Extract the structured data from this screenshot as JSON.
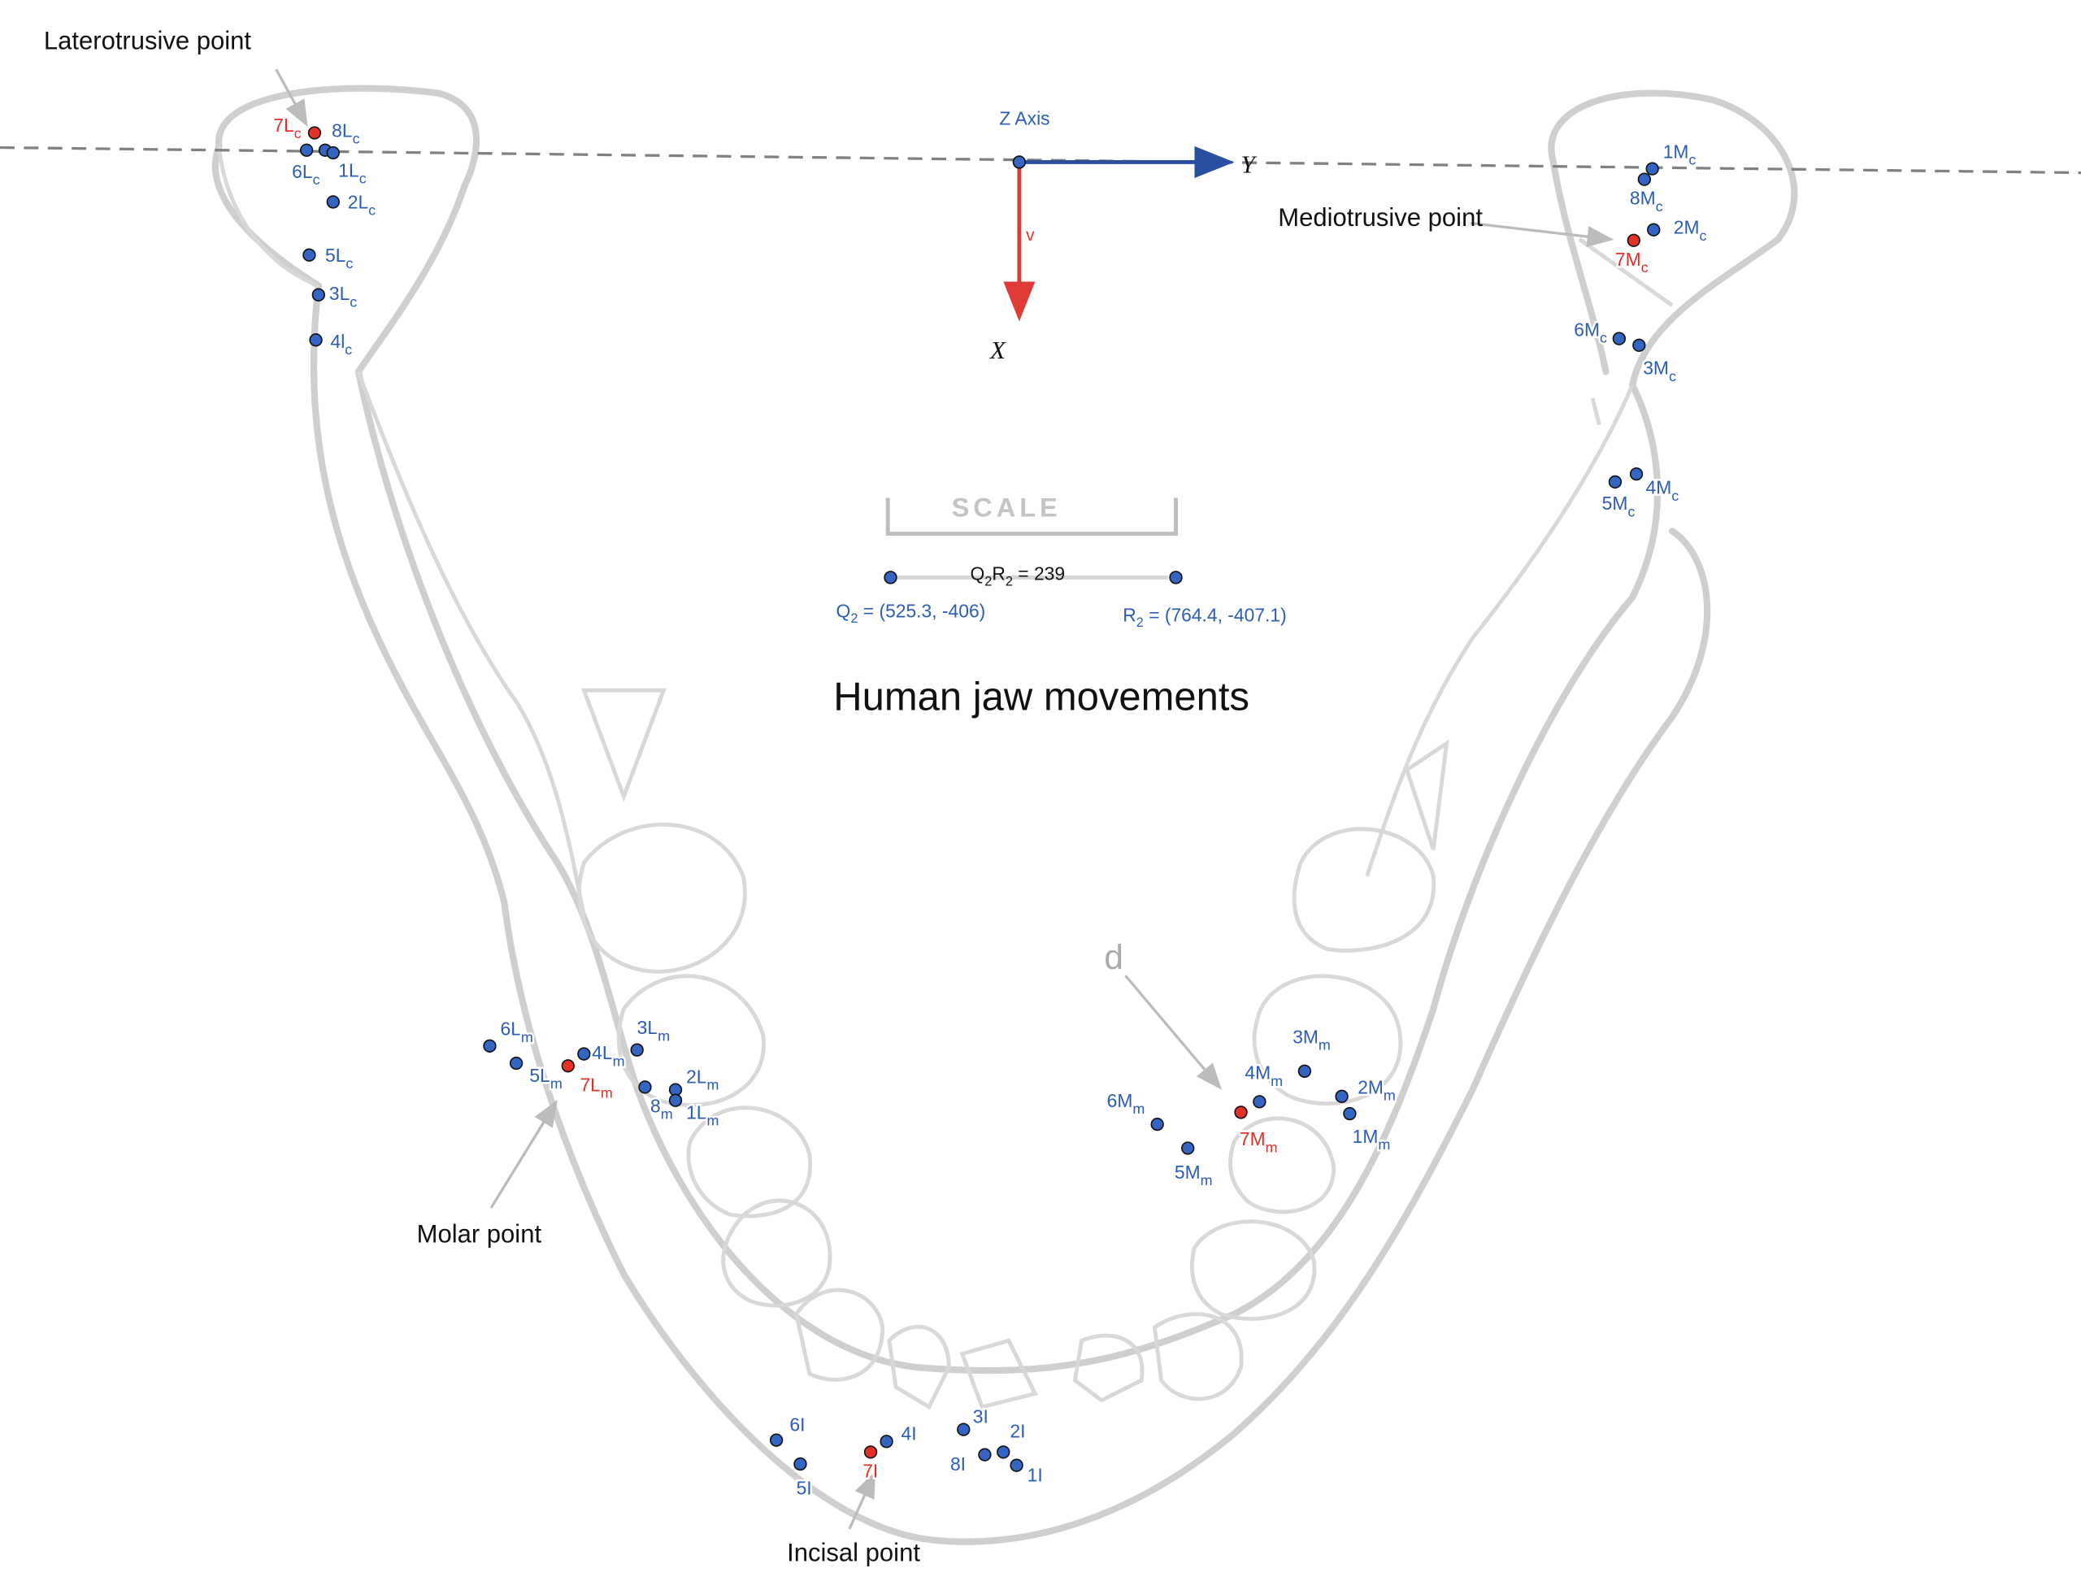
{
  "title": "Human jaw movements",
  "annotations": {
    "laterotrusive": "Laterotrusive point",
    "mediotrusive": "Mediotrusive point",
    "molar": "Molar point",
    "incisal": "Incisal point",
    "d_marker": "d"
  },
  "axes": {
    "z": "Z Axis",
    "y": "Y",
    "x": "X",
    "v": "v"
  },
  "scale": {
    "label": "SCALE",
    "distance": {
      "base": "Q",
      "s1": "2",
      "mid": "R",
      "s2": "2",
      "value": " = 239"
    },
    "q2": {
      "base": "Q",
      "sub": "2",
      "value": " = (525.3, -406)"
    },
    "r2": {
      "base": "R",
      "sub": "2",
      "value": " = (764.4, -407.1)"
    }
  },
  "colors": {
    "point": "#3565c2",
    "highlight": "#e53228",
    "label": "#2c5db4"
  },
  "points": {
    "Lc": [
      {
        "base": "7L",
        "sub": "c",
        "red": true
      },
      {
        "base": "8L",
        "sub": "c"
      },
      {
        "base": "6L",
        "sub": "c"
      },
      {
        "base": "1L",
        "sub": "c"
      },
      {
        "base": "2L",
        "sub": "c"
      },
      {
        "base": "5L",
        "sub": "c"
      },
      {
        "base": "3L",
        "sub": "c"
      },
      {
        "base": "4l",
        "sub": "c"
      }
    ],
    "Mc": [
      {
        "base": "1M",
        "sub": "c"
      },
      {
        "base": "8M",
        "sub": "c"
      },
      {
        "base": "2M",
        "sub": "c"
      },
      {
        "base": "7M",
        "sub": "c",
        "red": true
      },
      {
        "base": "6M",
        "sub": "c"
      },
      {
        "base": "3M",
        "sub": "c"
      },
      {
        "base": "4M",
        "sub": "c"
      },
      {
        "base": "5M",
        "sub": "c"
      }
    ],
    "Lm": [
      {
        "base": "6L",
        "sub": "m"
      },
      {
        "base": "5L",
        "sub": "m"
      },
      {
        "base": "7L",
        "sub": "m",
        "red": true
      },
      {
        "base": "4L",
        "sub": "m"
      },
      {
        "base": "3L",
        "sub": "m"
      },
      {
        "base": "2L",
        "sub": "m"
      },
      {
        "base": "8",
        "sub": "m"
      },
      {
        "base": "1L",
        "sub": "m"
      }
    ],
    "Mm": [
      {
        "base": "6M",
        "sub": "m"
      },
      {
        "base": "5M",
        "sub": "m"
      },
      {
        "base": "7M",
        "sub": "m",
        "red": true
      },
      {
        "base": "4M",
        "sub": "m"
      },
      {
        "base": "3M",
        "sub": "m"
      },
      {
        "base": "2M",
        "sub": "m"
      },
      {
        "base": "1M",
        "sub": "m"
      }
    ],
    "I": [
      {
        "base": "6I",
        "sub": ""
      },
      {
        "base": "5I",
        "sub": ""
      },
      {
        "base": "7I",
        "sub": "",
        "red": true
      },
      {
        "base": "4I",
        "sub": ""
      },
      {
        "base": "3I",
        "sub": ""
      },
      {
        "base": "2I",
        "sub": ""
      },
      {
        "base": "8I",
        "sub": ""
      },
      {
        "base": "1I",
        "sub": ""
      }
    ]
  }
}
